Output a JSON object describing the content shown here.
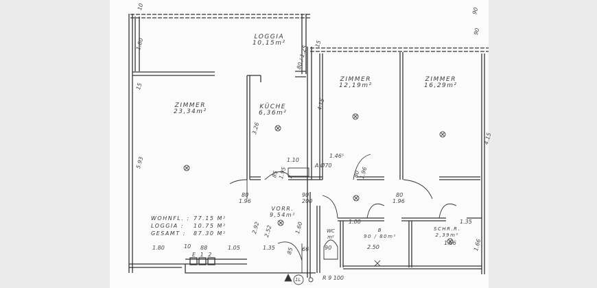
{
  "rooms": {
    "loggia": {
      "name": "LOGGIA",
      "area": "10,15m²"
    },
    "zimmer_living": {
      "name": "ZIMMER",
      "area": "23,34m²"
    },
    "kueche": {
      "name": "KÜCHE",
      "area": "6,36m²"
    },
    "zimmer_2": {
      "name": "ZIMMER",
      "area": "12,19m²"
    },
    "zimmer_3": {
      "name": "ZIMMER",
      "area": "16,29m²"
    },
    "vorraum": {
      "name": "VORR.",
      "area": "9,54m²"
    },
    "bad": {
      "name": "B",
      "area": "90 / 80m²"
    },
    "wc": {
      "name": "WC",
      "area": "m²"
    },
    "schrankraum": {
      "name": "SCHR.R.",
      "area": "2,39m²"
    }
  },
  "summary": [
    {
      "label": "WOHNFL. :",
      "value": "77.15 M²"
    },
    {
      "label": "LOGGIA  :",
      "value": "10.75 M²"
    },
    {
      "label": "GESAMT  :",
      "value": "87.30 M²"
    }
  ],
  "dimensions": {
    "bottom_1": "1.80",
    "bottom_2": "10",
    "bottom_3": "88",
    "bottom_4": "1.05",
    "bottom_5": "1.35",
    "meters": "E 1 2",
    "left_1": "1.80",
    "left_2": "15",
    "left_3": "5.93",
    "kueche_height": "3.26",
    "zimmer2_height": "4.15",
    "right_height": "4.15",
    "loggia_window": "80 / 1.25",
    "top_15": "15",
    "top_10": "10",
    "top_right_90": "90",
    "right_90": "90",
    "door_living_w": "80",
    "door_living_h": "1.96",
    "door_kueche_w": "85",
    "door_kueche_h": "1.95",
    "door_z2_w": "80",
    "door_z2_h": "1.96",
    "door_z3_w": "80",
    "door_z3_h": "1.96",
    "hall_1": "1.46⁵",
    "hall_2": "1.10",
    "hall_3": "A Ø70",
    "vorr_1": "2.92",
    "vorr_2": "2.52",
    "vorr_3": "200",
    "vorr_4": "90",
    "entry_1": "1.60",
    "entry_2": "85",
    "entry_3": "66",
    "bad_w": "2.50",
    "bad_door": "1.00",
    "wc_w": "90",
    "schr_1": "1.66",
    "schr_2": "1.35",
    "schr_3": "1.66",
    "floor_ref": "R 9 100",
    "north": "1L"
  }
}
